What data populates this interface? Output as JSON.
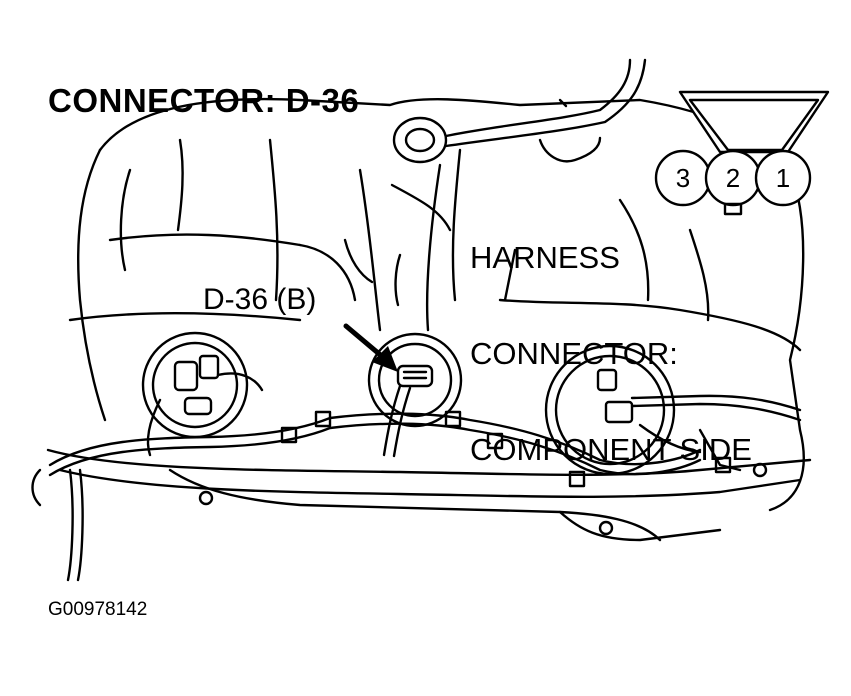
{
  "title": "CONNECTOR: D-36",
  "harness_label": {
    "line1": "HARNESS",
    "line2": "CONNECTOR:",
    "line3": "COMPONENT SIDE"
  },
  "callout_label": "D-36 (B)",
  "connector_pins": [
    "3",
    "2",
    "1"
  ],
  "figure_code": "G00978142",
  "colors": {
    "ink": "#000000",
    "paper": "#ffffff"
  }
}
